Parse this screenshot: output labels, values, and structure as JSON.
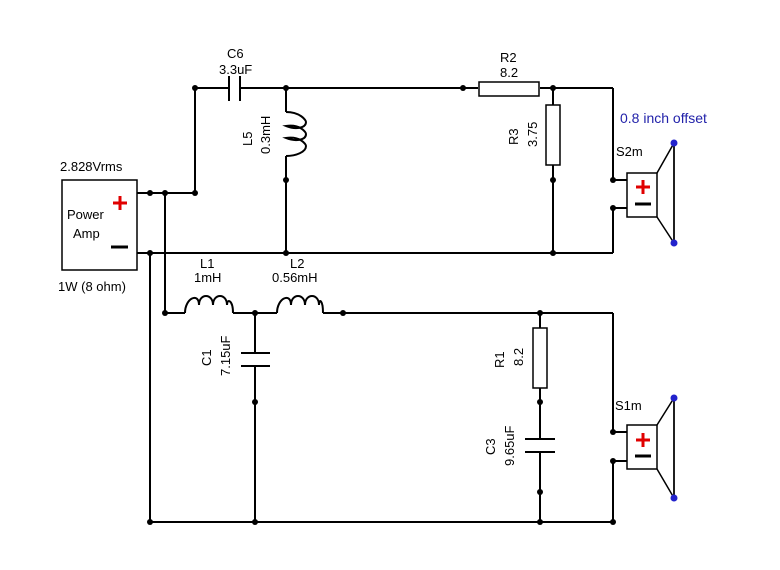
{
  "amp": {
    "voltage": "2.828Vrms",
    "label_line1": "Power",
    "label_line2": "Amp",
    "power_rating": "1W (8 ohm)"
  },
  "components": {
    "c6": {
      "name": "C6",
      "value": "3.3uF"
    },
    "l5": {
      "name": "L5",
      "value": "0.3mH"
    },
    "r2": {
      "name": "R2",
      "value": "8.2"
    },
    "r3": {
      "name": "R3",
      "value": "3.75"
    },
    "l1": {
      "name": "L1",
      "value": "1mH"
    },
    "l2": {
      "name": "L2",
      "value": "0.56mH"
    },
    "c1": {
      "name": "C1",
      "value": "7.15uF"
    },
    "r1": {
      "name": "R1",
      "value": "8.2"
    },
    "c3": {
      "name": "C3",
      "value": "9.65uF"
    }
  },
  "speakers": {
    "s2m": {
      "name": "S2m",
      "note": "0.8 inch offset"
    },
    "s1m": {
      "name": "S1m"
    }
  },
  "colors": {
    "plus": "#e00000",
    "note": "#2222aa",
    "speaker_tip": "#2222cc"
  }
}
